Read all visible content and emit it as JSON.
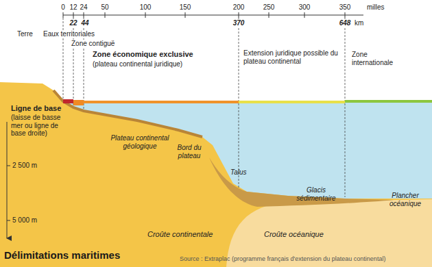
{
  "diagram": {
    "title": "Délimitations maritimes",
    "caption": "Source : Extraplac (programme français d'extension du plateau continental)",
    "labels": [
      "0",
      "12",
      "24",
      "50",
      "100",
      "150",
      "200",
      "250",
      "300",
      "350",
      "milles",
      "22",
      "44",
      "370",
      "648",
      "km",
      "Terre",
      "Eaux territoriales",
      "Zone contiguë",
      "Zone économique exclusive",
      "(plateau continental juridique)",
      "Extension juridique possible du plateau continental",
      "Zone internationale",
      "Ligne de base",
      "(laisse de basse mer ou ligne de base droite)",
      "Plateau continental géologique",
      "Bord du plateau",
      "Talus",
      "Glacis sédimentaire",
      "Plancher océanique",
      "2 500 m",
      "5 000 m",
      "Croûte continentale",
      "Croûte océanique"
    ]
  }
}
